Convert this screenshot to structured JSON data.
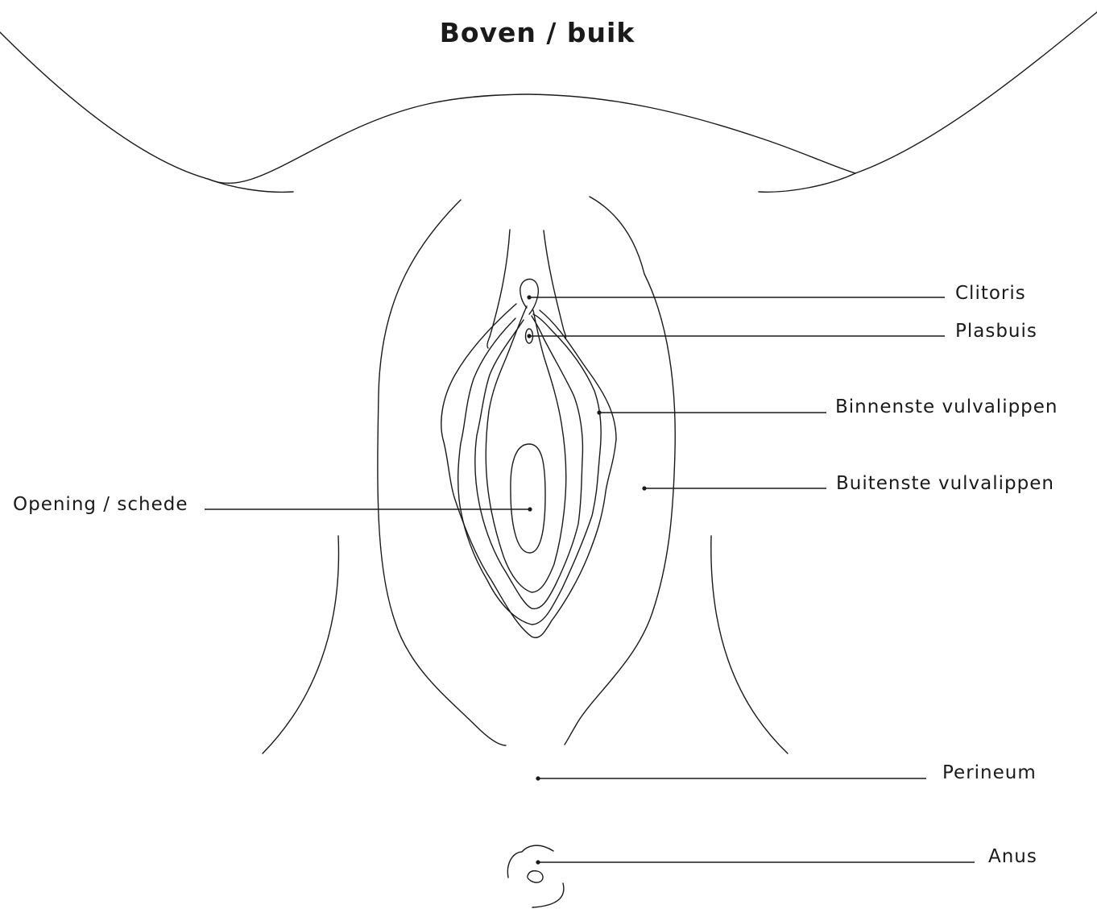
{
  "title": "Boven / buik",
  "labels": {
    "clitoris": "Clitoris",
    "plasbuis": "Plasbuis",
    "binnenste_vulvalippen": "Binnenste vulvalippen",
    "buitenste_vulvalippen": "Buitenste vulvalippen",
    "opening_schede": "Opening / schede",
    "perineum": "Perineum",
    "anus": "Anus"
  },
  "colors": {
    "line": "#1a1a1a",
    "background": "#ffffff"
  }
}
